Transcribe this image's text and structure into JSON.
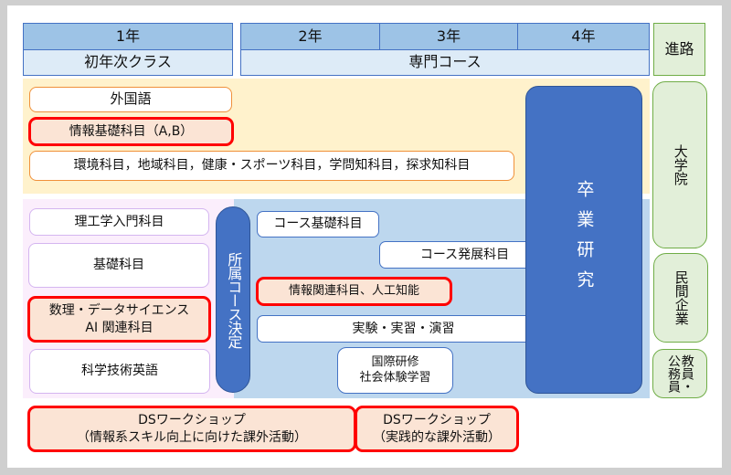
{
  "header": {
    "years": [
      "1年",
      "2年",
      "3年",
      "4年"
    ],
    "first_year_class": "初年次クラス",
    "specialized_course": "専門コース",
    "career": "進路"
  },
  "general": {
    "foreign_language": "外国語",
    "info_basics": "情報基礎科目（A,B）",
    "liberal": "環境科目，地域科目，健康・スポーツ科目，学問知科目，探求知科目"
  },
  "foundation": {
    "intro": "理工学入門科目",
    "basic": "基礎科目",
    "math_ds": "数理・データサイエンス",
    "math_ds_2": "AI 関連科目",
    "english": "科学技術英語"
  },
  "course_decision": "所属コース決定",
  "specialized": {
    "course_basic": "コース基礎科目",
    "course_advanced": "コース発展科目",
    "info_ai": "情報関連科目、人工知能",
    "experiments": "実験・実習・演習",
    "intl_1": "国際研修",
    "intl_2": "社会体験学習"
  },
  "graduation_research": "卒業研究",
  "careers": [
    "大学院",
    "民間企業",
    "教員・公務員"
  ],
  "workshops": [
    {
      "title": "DSワークショップ",
      "sub": "（情報系スキル向上に向けた課外活動）"
    },
    {
      "title": "DSワークショップ",
      "sub": "（実践的な課外活動）"
    }
  ]
}
